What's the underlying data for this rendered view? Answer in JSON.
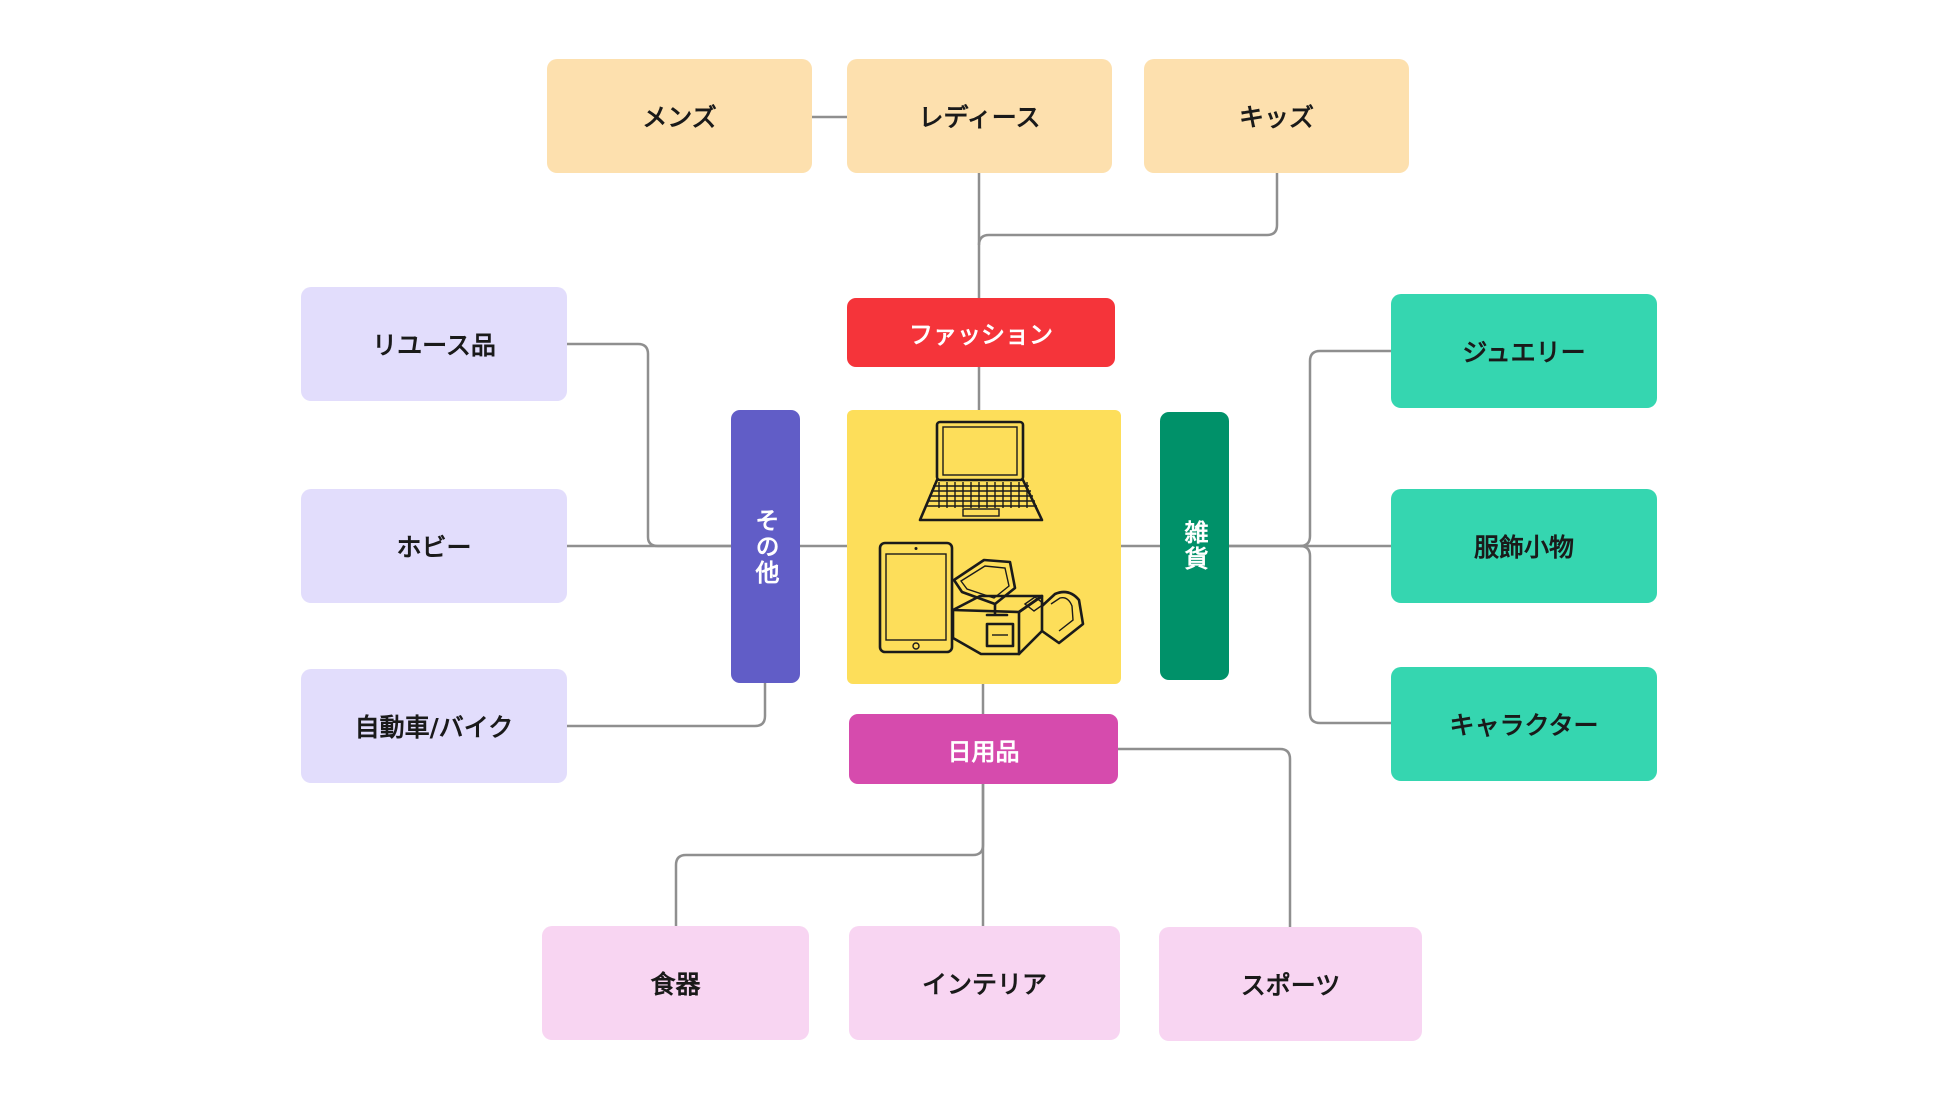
{
  "diagram": {
    "center": {
      "icons": [
        "laptop-icon",
        "tablet-icon",
        "pos-register-icon"
      ],
      "color": "#fdde5a"
    },
    "categories": {
      "fashion": {
        "label": "ファッション",
        "color": "#f5343a",
        "leaf_color": "#fde0ae",
        "children": [
          "メンズ",
          "レディース",
          "キッズ"
        ]
      },
      "other": {
        "label": "その他",
        "color": "#615dc7",
        "leaf_color": "#e2ddfc",
        "children": [
          "リユース品",
          "ホビー",
          "自動車/バイク"
        ]
      },
      "goods": {
        "label": "雑貨",
        "color": "#009169",
        "leaf_color": "#35d6b0",
        "children": [
          "ジュエリー",
          "服飾小物",
          "キャラクター"
        ]
      },
      "daily": {
        "label": "日用品",
        "color": "#d64bad",
        "leaf_color": "#f8d5f2",
        "children": [
          "食器",
          "インテリア",
          "スポーツ"
        ]
      }
    },
    "connector_color": "#8f8f8f"
  }
}
